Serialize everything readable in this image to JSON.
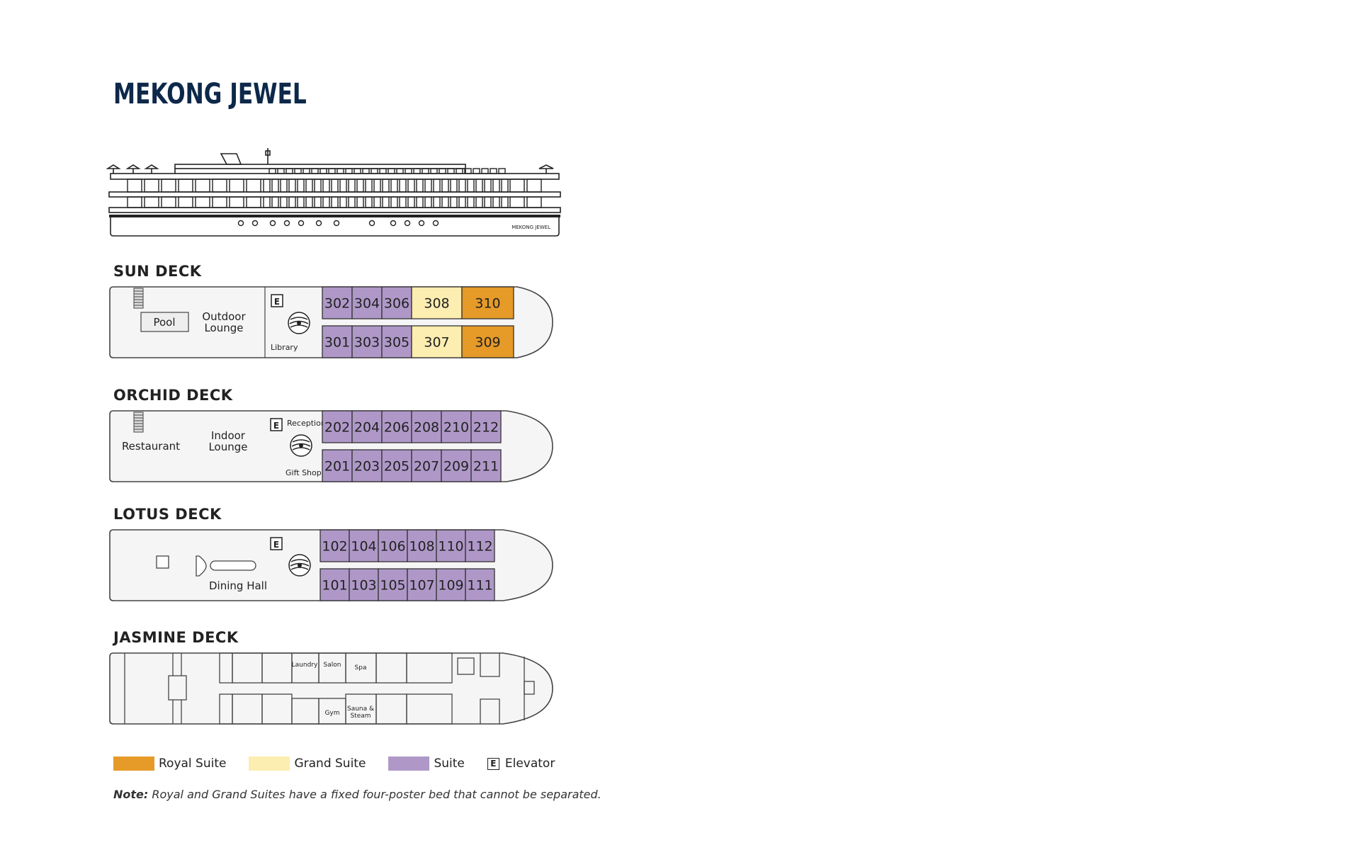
{
  "title": "MEKONG JEWEL",
  "side_view": {
    "hull_name": "MEKONG JEWEL"
  },
  "colors": {
    "royal_suite": "#e69a27",
    "grand_suite": "#fcedb0",
    "suite": "#af98c8",
    "outline": "#333333",
    "deck_fill": "#f5f5f5",
    "title": "#0d2849"
  },
  "icons": [
    "elevator-icon",
    "stairs-icon",
    "spiral-staircase-icon"
  ],
  "decks": {
    "sun": {
      "label": "SUN DECK",
      "labels": {
        "pool": "Pool",
        "outdoor_lounge_1": "Outdoor",
        "outdoor_lounge_2": "Lounge",
        "library": "Library",
        "elevator": "E"
      },
      "top_cabins": [
        {
          "number": "302",
          "category": "suite"
        },
        {
          "number": "304",
          "category": "suite"
        },
        {
          "number": "306",
          "category": "suite"
        },
        {
          "number": "308",
          "category": "grand"
        },
        {
          "number": "310",
          "category": "royal"
        }
      ],
      "bottom_cabins": [
        {
          "number": "301",
          "category": "suite"
        },
        {
          "number": "303",
          "category": "suite"
        },
        {
          "number": "305",
          "category": "suite"
        },
        {
          "number": "307",
          "category": "grand"
        },
        {
          "number": "309",
          "category": "royal"
        }
      ]
    },
    "orchid": {
      "label": "ORCHID DECK",
      "labels": {
        "restaurant": "Restaurant",
        "indoor_lounge_1": "Indoor",
        "indoor_lounge_2": "Lounge",
        "reception": "Reception",
        "gift_shop": "Gift Shop",
        "elevator": "E"
      },
      "top_cabins": [
        "202",
        "204",
        "206",
        "208",
        "210",
        "212"
      ],
      "bottom_cabins": [
        "201",
        "203",
        "205",
        "207",
        "209",
        "211"
      ]
    },
    "lotus": {
      "label": "LOTUS DECK",
      "labels": {
        "dining_hall": "Dining Hall",
        "elevator": "E"
      },
      "top_cabins": [
        "102",
        "104",
        "106",
        "108",
        "110",
        "112"
      ],
      "bottom_cabins": [
        "101",
        "103",
        "105",
        "107",
        "109",
        "111"
      ]
    },
    "jasmine": {
      "label": "JASMINE DECK",
      "labels": {
        "laundry": "Laundry",
        "salon": "Salon",
        "spa": "Spa",
        "gym": "Gym",
        "sauna_1": "Sauna &",
        "sauna_2": "Steam"
      }
    }
  },
  "legend": [
    {
      "label": "Royal Suite",
      "color": "#e69a27"
    },
    {
      "label": "Grand Suite",
      "color": "#fcedb0"
    },
    {
      "label": "Suite",
      "color": "#af98c8"
    }
  ],
  "legend_elevator": {
    "symbol": "E",
    "label": "Elevator"
  },
  "note": {
    "prefix": "Note:",
    "text": " Royal and Grand Suites have a fixed four-poster bed that cannot be separated."
  }
}
